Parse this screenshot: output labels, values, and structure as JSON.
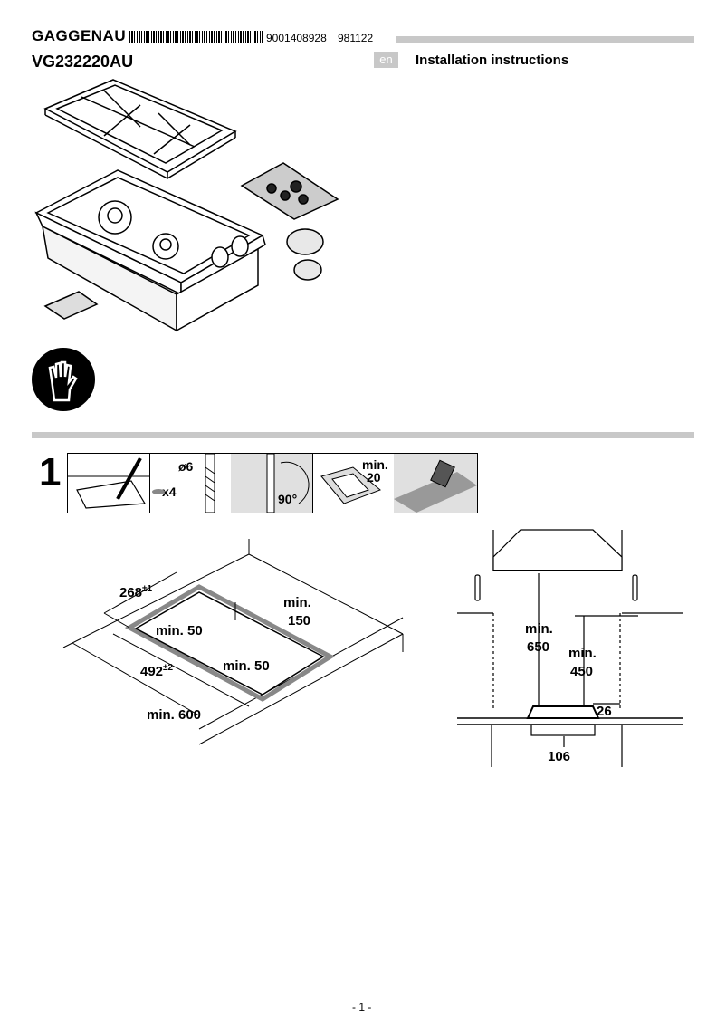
{
  "header": {
    "brand": "GAGGENAU",
    "code1": "9001408928",
    "code2": "981122",
    "model": "VG232220AU",
    "lang": "en",
    "title": "Installation instructions"
  },
  "step": {
    "number": "1",
    "panel2_dia": "ø6",
    "panel2_count": "x4",
    "panel3_angle": "90°",
    "panel4_min": "min.",
    "panel4_val": "20"
  },
  "cutout": {
    "width": "268",
    "width_tol": "±1",
    "depth": "492",
    "depth_tol": "±2",
    "min50a": "min. 50",
    "min50b": "min. 50",
    "min150a": "min.",
    "min150b": "150",
    "min600": "min. 600"
  },
  "clearance": {
    "min650a": "min.",
    "min650b": "650",
    "min450a": "min.",
    "min450b": "450",
    "d26": "26",
    "d106": "106"
  },
  "footer": {
    "page": "- 1 -"
  }
}
